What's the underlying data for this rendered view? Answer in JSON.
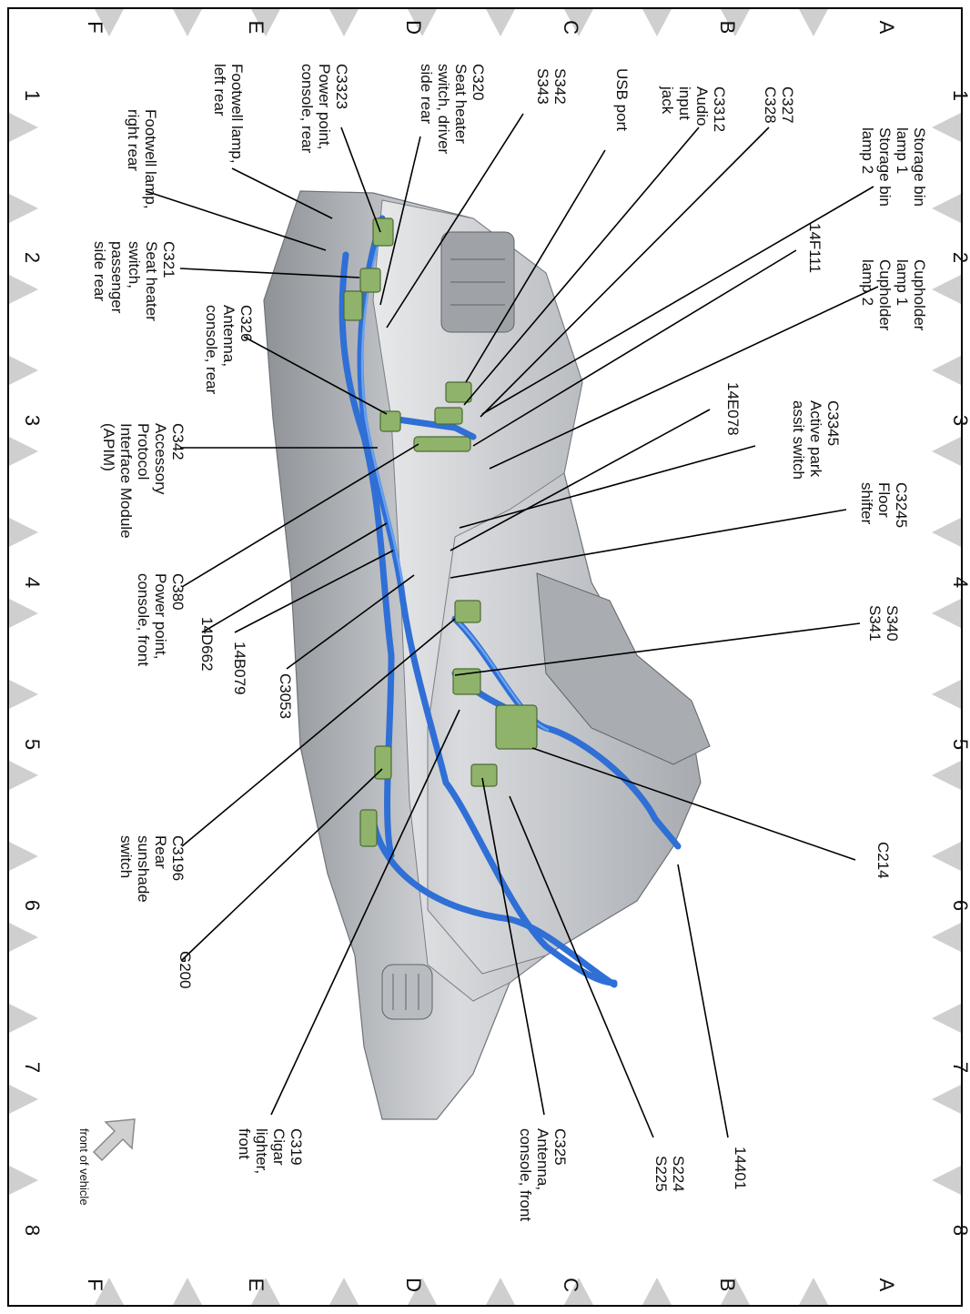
{
  "grid": {
    "rows": [
      "A",
      "B",
      "C",
      "D",
      "E",
      "F"
    ],
    "cols": [
      "1",
      "2",
      "3",
      "4",
      "5",
      "6",
      "7",
      "8"
    ]
  },
  "components": [
    {
      "lines": [
        "Storage bin",
        "lamp 1",
        "Storage bin",
        "lamp 2"
      ]
    },
    {
      "lines": [
        "C327",
        "C328"
      ]
    },
    {
      "lines": [
        "C3312",
        "Audio",
        "input",
        "jack"
      ]
    },
    {
      "lines": [
        "USB port"
      ]
    },
    {
      "lines": [
        "S342",
        "S343"
      ]
    },
    {
      "lines": [
        "C320",
        "Seat heater",
        "switch, driver",
        "side rear"
      ]
    },
    {
      "lines": [
        "C3323",
        "Power point,",
        "console, rear"
      ]
    },
    {
      "lines": [
        "Footwell lamp,",
        "left rear"
      ]
    },
    {
      "lines": [
        "Footwell lamp,",
        "right rear"
      ]
    },
    {
      "lines": [
        "Cupholder",
        "lamp 1",
        "Cupholder",
        "lamp 2"
      ]
    },
    {
      "lines": [
        "14F111"
      ]
    },
    {
      "lines": [
        "C321",
        "Seat heater",
        "switch,",
        "passenger",
        "side rear"
      ]
    },
    {
      "lines": [
        "C326",
        "Antenna,",
        "console, rear"
      ]
    },
    {
      "lines": [
        "C3345",
        "Active park",
        "assit switch"
      ]
    },
    {
      "lines": [
        "14E078"
      ]
    },
    {
      "lines": [
        "C342",
        "Accessory",
        "Protocol",
        "Interface Module",
        "(APIM)"
      ]
    },
    {
      "lines": [
        "C3245",
        "Floor",
        "shifter"
      ]
    },
    {
      "lines": [
        "C380",
        "Power point,",
        "console, front"
      ]
    },
    {
      "lines": [
        "14D662"
      ]
    },
    {
      "lines": [
        "14B079"
      ]
    },
    {
      "lines": [
        "C3053"
      ]
    },
    {
      "lines": [
        "S340",
        "S341"
      ]
    },
    {
      "lines": [
        "C214"
      ]
    },
    {
      "lines": [
        "C3196",
        "Rear",
        "sunshade",
        "switch"
      ]
    },
    {
      "lines": [
        "G200"
      ]
    },
    {
      "lines": [
        "C319",
        "Cigar",
        "lighter,",
        "front"
      ]
    },
    {
      "lines": [
        "C325",
        "Antenna,",
        "console, front"
      ]
    },
    {
      "lines": [
        "S224",
        "S225"
      ]
    },
    {
      "lines": [
        "14401"
      ]
    }
  ],
  "orientation_note": "front of vehicle",
  "colors": {
    "wire": "#2f6fd6",
    "connector": "#8fb36a",
    "console": "#c9ccd0"
  }
}
